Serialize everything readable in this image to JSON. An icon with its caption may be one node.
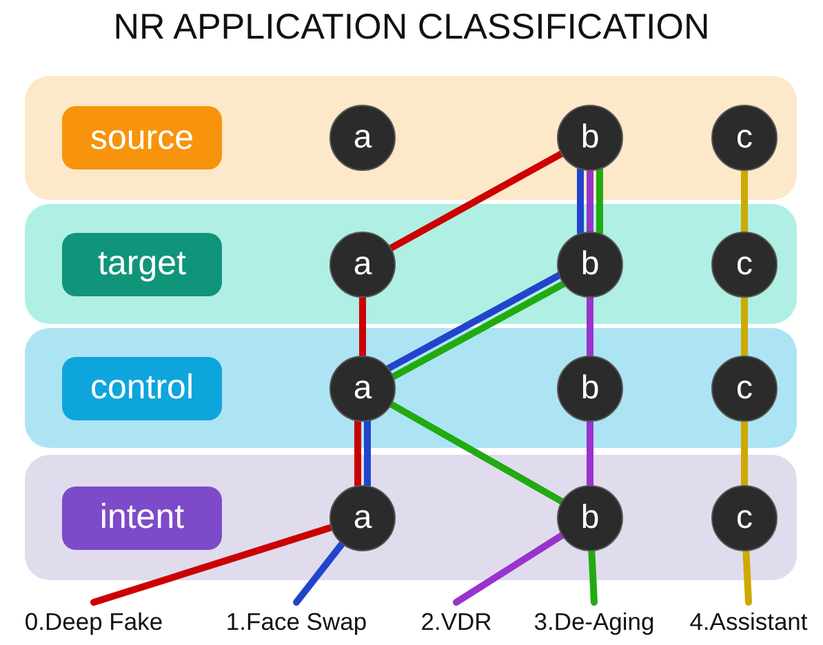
{
  "diagram": {
    "title": "NR APPLICATION CLASSIFICATION",
    "nodes": [
      {
        "text": [],
        "shape": "box"
      },
      {
        "text": [
          "source"
        ],
        "in": 0
      },
      {
        "text": [
          "a"
        ],
        "in": 0
      },
      {
        "text": [
          "b"
        ],
        "in": 0
      },
      {
        "text": [
          "c"
        ],
        "in": 0
      },
      {
        "text": [],
        "shape": "box"
      },
      {
        "text": [
          "target"
        ],
        "in": 5
      },
      {
        "text": [
          "a"
        ],
        "in": 5
      },
      {
        "text": [
          "b"
        ],
        "in": 5
      },
      {
        "text": [
          "c"
        ],
        "in": 5
      },
      {
        "text": [],
        "shape": "box"
      },
      {
        "text": [
          "control"
        ],
        "in": 10
      },
      {
        "text": [
          "a"
        ],
        "in": 10
      },
      {
        "text": [
          "b"
        ],
        "in": 10
      },
      {
        "text": [
          "c"
        ],
        "in": 10
      },
      {
        "text": [],
        "shape": "box"
      },
      {
        "text": [
          "intent"
        ],
        "in": 15
      },
      {
        "text": [
          "a"
        ],
        "in": 15
      },
      {
        "text": [
          "b"
        ],
        "in": 15
      },
      {
        "text": [
          "c"
        ],
        "in": 15
      },
      {
        "text": [
          "0.Deep Fake"
        ]
      },
      {
        "text": [
          "1.Face Swap"
        ]
      },
      {
        "text": [
          "2.VDR"
        ]
      },
      {
        "text": [
          "3.De-Aging"
        ]
      },
      {
        "text": [
          "4.Assistant"
        ]
      }
    ],
    "edges": [
      {
        "from": 20,
        "to": 17,
        "arrow": "none",
        "color": "#cc0000"
      },
      {
        "from": 17,
        "to": 12,
        "arrow": "none",
        "color": "#cc0000"
      },
      {
        "from": 12,
        "to": 7,
        "arrow": "none",
        "color": "#cc0000"
      },
      {
        "from": 7,
        "to": 3,
        "arrow": "none",
        "color": "#cc0000"
      },
      {
        "from": 21,
        "to": 17,
        "arrow": "none",
        "color": "#2244cc"
      },
      {
        "from": 17,
        "to": 12,
        "arrow": "none",
        "color": "#2244cc"
      },
      {
        "from": 12,
        "to": 8,
        "arrow": "none",
        "color": "#2244cc"
      },
      {
        "from": 8,
        "to": 3,
        "arrow": "none",
        "color": "#2244cc"
      },
      {
        "from": 22,
        "to": 18,
        "arrow": "none",
        "color": "#9933cc"
      },
      {
        "from": 18,
        "to": 13,
        "arrow": "none",
        "color": "#9933cc"
      },
      {
        "from": 13,
        "to": 8,
        "arrow": "none",
        "color": "#9933cc"
      },
      {
        "from": 8,
        "to": 3,
        "arrow": "none",
        "color": "#9933cc"
      },
      {
        "from": 23,
        "to": 18,
        "arrow": "none",
        "color": "#22aa11"
      },
      {
        "from": 18,
        "to": 12,
        "arrow": "none",
        "color": "#22aa11"
      },
      {
        "from": 12,
        "to": 8,
        "arrow": "none",
        "color": "#22aa11"
      },
      {
        "from": 8,
        "to": 3,
        "arrow": "none",
        "color": "#22aa11"
      },
      {
        "from": 24,
        "to": 19,
        "arrow": "none",
        "color": "#ccaa00"
      },
      {
        "from": 19,
        "to": 14,
        "arrow": "none",
        "color": "#ccaa00"
      },
      {
        "from": 14,
        "to": 9,
        "arrow": "none",
        "color": "#ccaa00"
      },
      {
        "from": 9,
        "to": 4,
        "arrow": "none",
        "color": "#ccaa00"
      }
    ]
  }
}
